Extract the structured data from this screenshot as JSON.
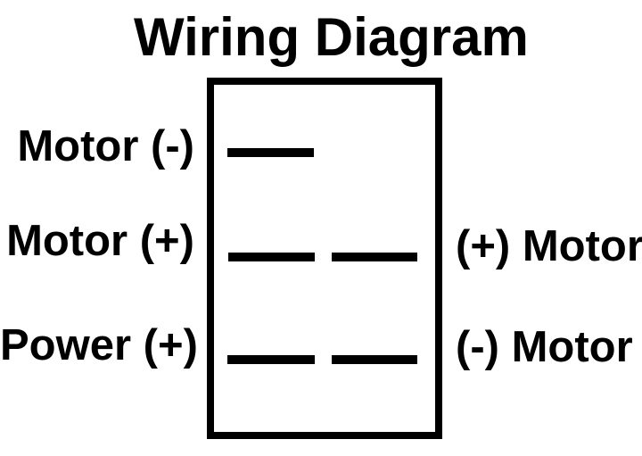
{
  "title": "Wiring Diagram",
  "colors": {
    "ink": "#000000",
    "background": "#ffffff"
  },
  "labels": {
    "left": [
      "Motor (-)",
      "Motor (+)",
      "Power (+)"
    ],
    "right": [
      "(+) Motor",
      "(-) Motor"
    ]
  },
  "terminals": {
    "rows": [
      {
        "row": 1,
        "bars": 1,
        "aligned_label_left": "Motor (-)",
        "aligned_label_right": null
      },
      {
        "row": 2,
        "bars": 2,
        "aligned_label_left": "Motor (+)",
        "aligned_label_right": "(+) Motor"
      },
      {
        "row": 3,
        "bars": 2,
        "aligned_label_left": "Power (+)",
        "aligned_label_right": "(-) Motor"
      }
    ]
  }
}
